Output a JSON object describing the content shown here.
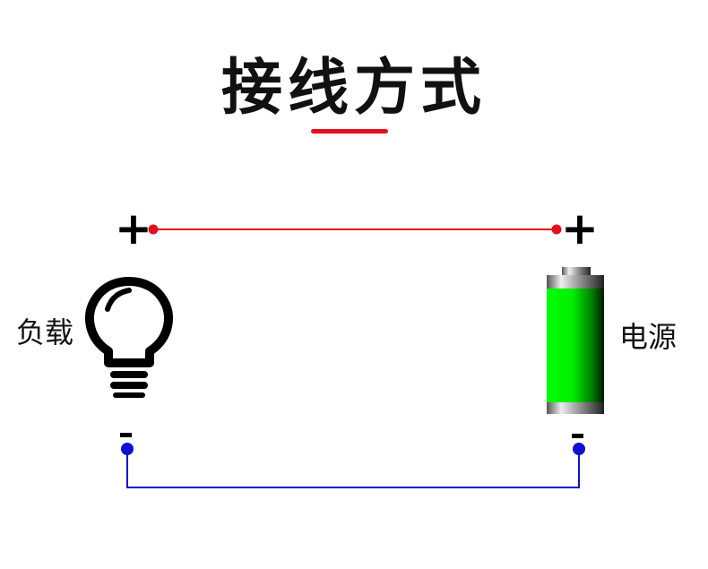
{
  "title": "接线方式",
  "load_label": "负载",
  "power_label": "电源",
  "positive_sign": "+",
  "negative_sign": "-",
  "colors": {
    "positive_wire": "#e3101e",
    "negative_wire": "#1010d0",
    "battery_fill": "#00ee00",
    "accent_underline": "#e3101e"
  },
  "icons": {
    "load": "light-bulb-icon",
    "power": "battery-icon"
  }
}
